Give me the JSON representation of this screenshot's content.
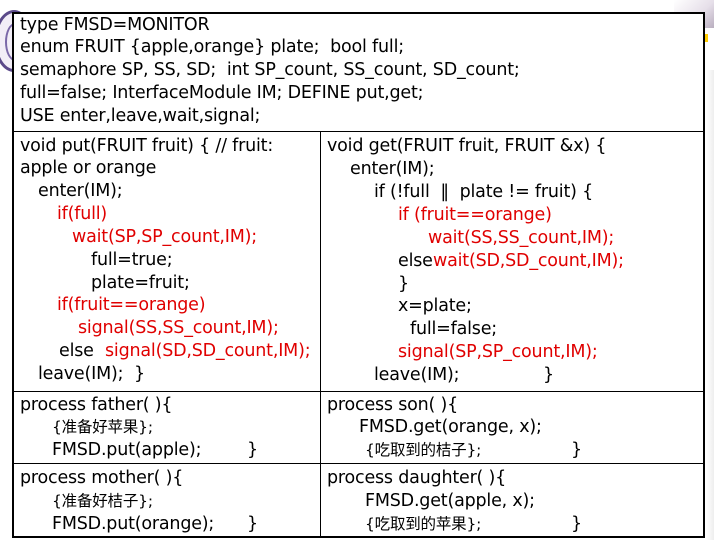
{
  "header": {
    "lines": [
      "type FMSD=MONITOR",
      "enum FRUIT {apple,orange} plate;  bool full;",
      "semaphore SP, SS, SD;  int SP_count, SS_count, SD_count;",
      "full=false; InterfaceModule IM; DEFINE put,get;",
      "USE enter,leave,wait,signal;"
    ]
  },
  "put": {
    "sig1": "void put(FRUIT fruit) { // fruit:",
    "sig2": "apple or orange",
    "l1": "enter(IM);",
    "l2": "if(full)",
    "l3": "wait(SP,SP_count,IM);",
    "l4": "full=true;",
    "l5": "plate=fruit;",
    "l6": "if(fruit==orange)",
    "l7": "signal(SS,SS_count,IM);",
    "l8_else": "else",
    "l8_red": "signal(SD,SD_count,IM);",
    "l9": "leave(IM);  }"
  },
  "get": {
    "sig": "void get(FRUIT fruit, FRUIT &x) {",
    "l1": "enter(IM);",
    "l2": "if (!full  ‖  plate != fruit) {",
    "l3": "if (fruit==orange)",
    "l4": "wait(SS,SS_count,IM);",
    "l5_else": "else",
    "l5_red": "wait(SD,SD_count,IM);",
    "l6": "}",
    "l7": "x=plate;",
    "l8": "full=false;",
    "l9": "signal(SP,SP_count,IM);",
    "l10": "leave(IM);",
    "l10_brace": "}"
  },
  "father": {
    "l1": "process father( ){",
    "l2": "{准备好苹果};",
    "l3": "FMSD.put(apple);",
    "brace": "}"
  },
  "son": {
    "l1": "process son( ){",
    "l2": "FMSD.get(orange, x);",
    "l3": "{吃取到的桔子};",
    "brace": "}"
  },
  "mother": {
    "l1": "process mother( ){",
    "l2": "{准备好桔子};",
    "l3": "FMSD.put(orange);",
    "brace": "}"
  },
  "daughter": {
    "l1": "process daughter( ){",
    "l2": "FMSD.get(apple, x);",
    "l3": "{吃取到的苹果};",
    "brace": "}"
  },
  "colors": {
    "text": "#000000",
    "highlight": "#e00000",
    "border": "#000000"
  }
}
